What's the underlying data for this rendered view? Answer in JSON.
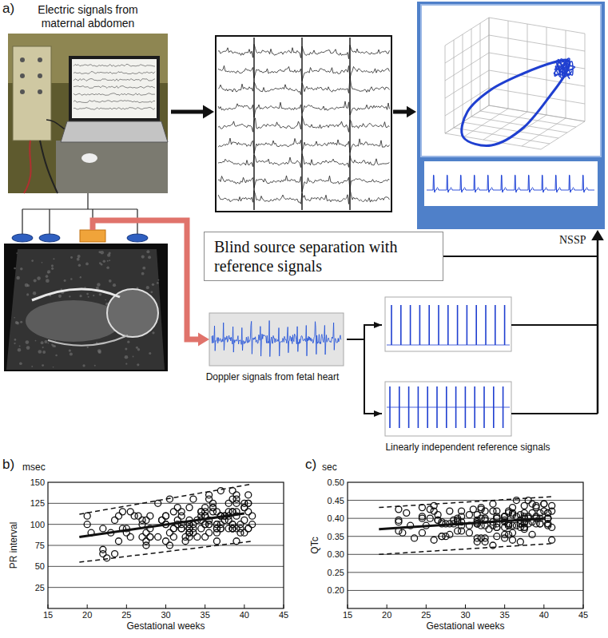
{
  "diagram": {
    "nodes": [
      {
        "text": [
          "Electric signals from maternal abdomen"
        ]
      },
      {
        "text": [
          "Blind source separation with reference signals"
        ]
      },
      {
        "text": [
          "Doppler signals from fetal heart"
        ]
      },
      {
        "text": [
          "Linearly independent reference signals"
        ]
      }
    ],
    "edges": [
      {
        "from": 2,
        "to": 3,
        "arrow": "to"
      }
    ],
    "labels": [
      "a)",
      "NSSP",
      "b)",
      "150",
      "125",
      "100",
      "75",
      "50",
      "25",
      "15",
      "20",
      "25",
      "30",
      "35",
      "40",
      "45",
      "msec",
      "PR interval",
      "Gestational weeks",
      "c)",
      "0.50",
      "0.45",
      "0.40",
      "0.35",
      "0.30",
      "0.25",
      "0.20",
      "15",
      "20",
      "25",
      "30",
      "35",
      "40",
      "45",
      "sec",
      "QTc",
      "Gestational weeks"
    ]
  }
}
